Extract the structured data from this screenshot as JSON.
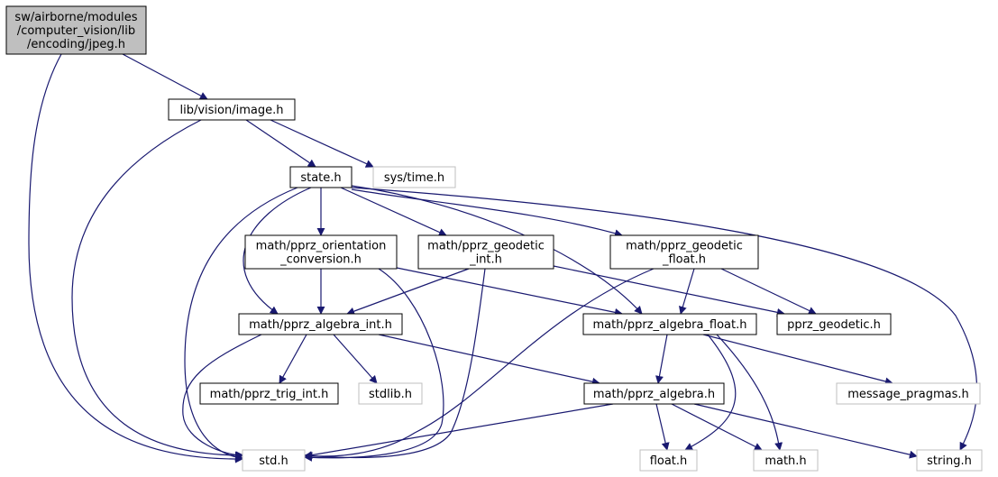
{
  "colors": {
    "edge": "#191970",
    "root_fill": "#bfbfbf",
    "documented_border": "#000000",
    "external_border": "#bfbfbf",
    "background": "#ffffff"
  },
  "nodes": {
    "jpeg": {
      "lines": [
        "sw/airborne/modules",
        "/computer_vision/lib",
        "/encoding/jpeg.h"
      ],
      "kind": "root"
    },
    "image": {
      "lines": [
        "lib/vision/image.h"
      ],
      "kind": "documented"
    },
    "state": {
      "lines": [
        "state.h"
      ],
      "kind": "documented"
    },
    "systime": {
      "lines": [
        "sys/time.h"
      ],
      "kind": "external"
    },
    "orient": {
      "lines": [
        "math/pprz_orientation",
        "_conversion.h"
      ],
      "kind": "documented"
    },
    "geoint": {
      "lines": [
        "math/pprz_geodetic",
        "_int.h"
      ],
      "kind": "documented"
    },
    "geofloat": {
      "lines": [
        "math/pprz_geodetic",
        "_float.h"
      ],
      "kind": "documented"
    },
    "algint": {
      "lines": [
        "math/pprz_algebra_int.h"
      ],
      "kind": "documented"
    },
    "algfloat": {
      "lines": [
        "math/pprz_algebra_float.h"
      ],
      "kind": "documented"
    },
    "geodetic": {
      "lines": [
        "pprz_geodetic.h"
      ],
      "kind": "documented"
    },
    "trig": {
      "lines": [
        "math/pprz_trig_int.h"
      ],
      "kind": "documented"
    },
    "stdlib": {
      "lines": [
        "stdlib.h"
      ],
      "kind": "external"
    },
    "alg": {
      "lines": [
        "math/pprz_algebra.h"
      ],
      "kind": "documented"
    },
    "msgprag": {
      "lines": [
        "message_pragmas.h"
      ],
      "kind": "external"
    },
    "std": {
      "lines": [
        "std.h"
      ],
      "kind": "external"
    },
    "float": {
      "lines": [
        "float.h"
      ],
      "kind": "external"
    },
    "math": {
      "lines": [
        "math.h"
      ],
      "kind": "external"
    },
    "string": {
      "lines": [
        "string.h"
      ],
      "kind": "external"
    }
  },
  "edges": [
    [
      "jpeg",
      "image"
    ],
    [
      "jpeg",
      "std"
    ],
    [
      "image",
      "state"
    ],
    [
      "image",
      "systime"
    ],
    [
      "image",
      "std"
    ],
    [
      "state",
      "orient"
    ],
    [
      "state",
      "geoint"
    ],
    [
      "state",
      "geofloat"
    ],
    [
      "state",
      "algint"
    ],
    [
      "state",
      "algfloat"
    ],
    [
      "state",
      "std"
    ],
    [
      "state",
      "string"
    ],
    [
      "orient",
      "algint"
    ],
    [
      "orient",
      "algfloat"
    ],
    [
      "orient",
      "std"
    ],
    [
      "geoint",
      "algint"
    ],
    [
      "geoint",
      "geodetic"
    ],
    [
      "geoint",
      "std"
    ],
    [
      "geofloat",
      "algfloat"
    ],
    [
      "geofloat",
      "geodetic"
    ],
    [
      "geofloat",
      "std"
    ],
    [
      "algint",
      "trig"
    ],
    [
      "algint",
      "stdlib"
    ],
    [
      "algint",
      "alg"
    ],
    [
      "algint",
      "std"
    ],
    [
      "algfloat",
      "alg"
    ],
    [
      "algfloat",
      "msgprag"
    ],
    [
      "algfloat",
      "float"
    ],
    [
      "algfloat",
      "math"
    ],
    [
      "trig",
      "std"
    ],
    [
      "alg",
      "std"
    ],
    [
      "alg",
      "float"
    ],
    [
      "alg",
      "math"
    ],
    [
      "alg",
      "string"
    ]
  ]
}
